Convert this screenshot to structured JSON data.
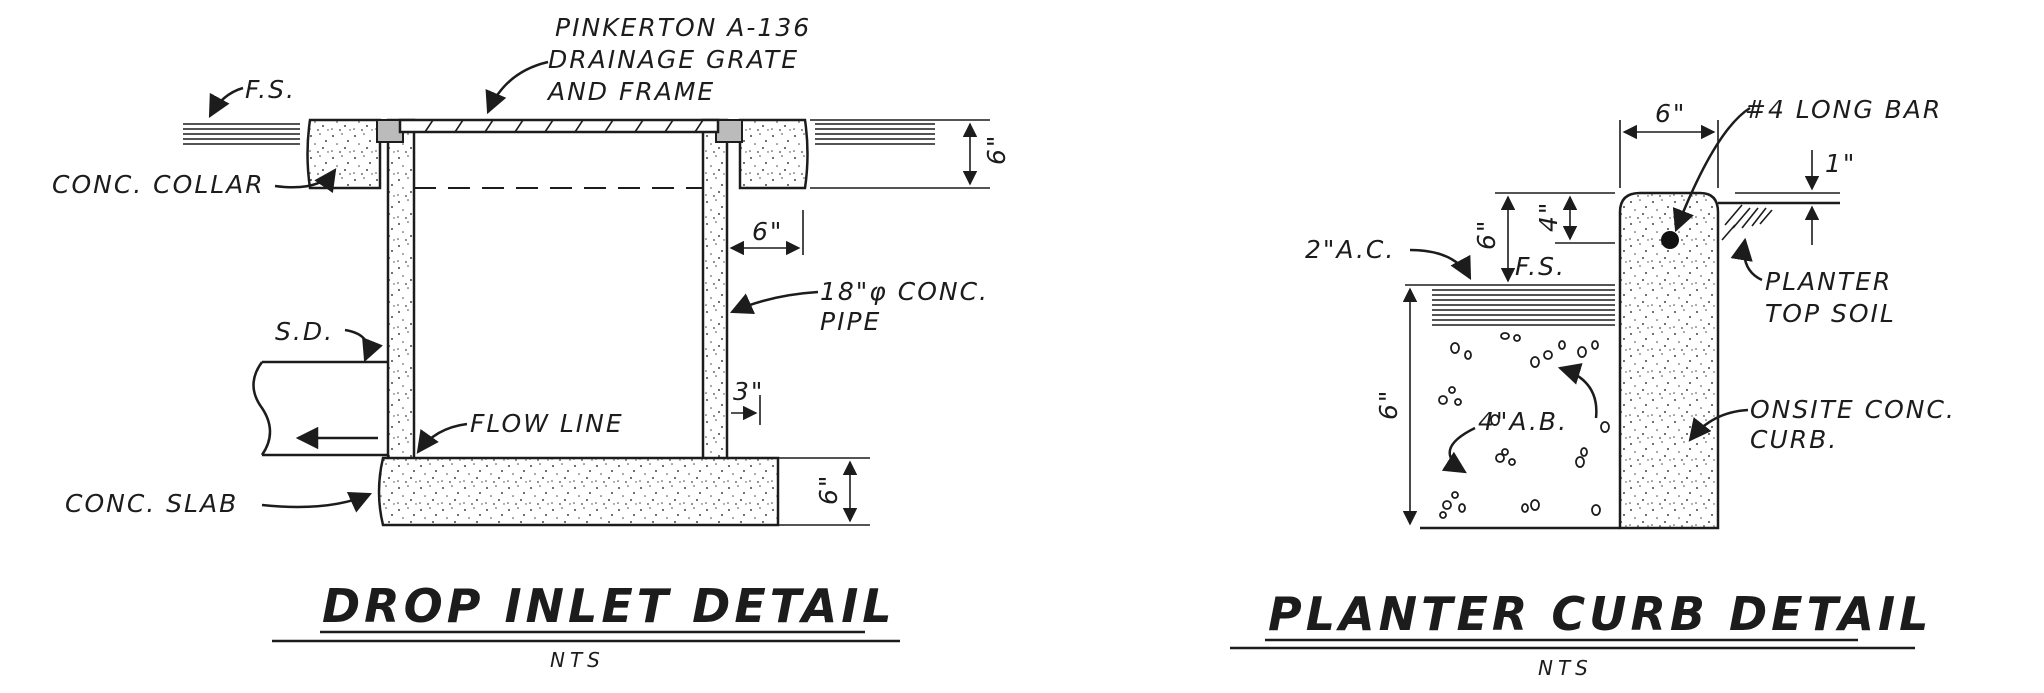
{
  "drop_inlet": {
    "title": "DROP INLET DETAIL",
    "subtitle": "NTS",
    "grate_label": [
      "PINKERTON A-136",
      "DRAINAGE GRATE",
      "AND FRAME"
    ],
    "fs_label": "F.S.",
    "collar_label": "CONC. COLLAR",
    "pipe_label": [
      "18\"φ CONC.",
      "PIPE"
    ],
    "sd_label": "S.D.",
    "flow_label": "FLOW LINE",
    "slab_label": "CONC. SLAB",
    "dim_collar": "6\"",
    "dim_wall_top": "6\"",
    "dim_wall": "3\"",
    "dim_slab": "6\""
  },
  "planter_curb": {
    "title": "PLANTER CURB DETAIL",
    "subtitle": "NTS",
    "bar_label": "#4 LONG BAR",
    "dim_width": "6\"",
    "dim_top": "1\"",
    "dim_6_upper": "6\"",
    "dim_4": "4\"",
    "ac_label": "2\"A.C.",
    "fs_label": "F.S.",
    "soil_label": [
      "PLANTER",
      "TOP SOIL"
    ],
    "ab_label": "4\"A.B.",
    "curb_label": [
      "ONSITE CONC.",
      "CURB."
    ],
    "dim_6_lower": "6\""
  }
}
